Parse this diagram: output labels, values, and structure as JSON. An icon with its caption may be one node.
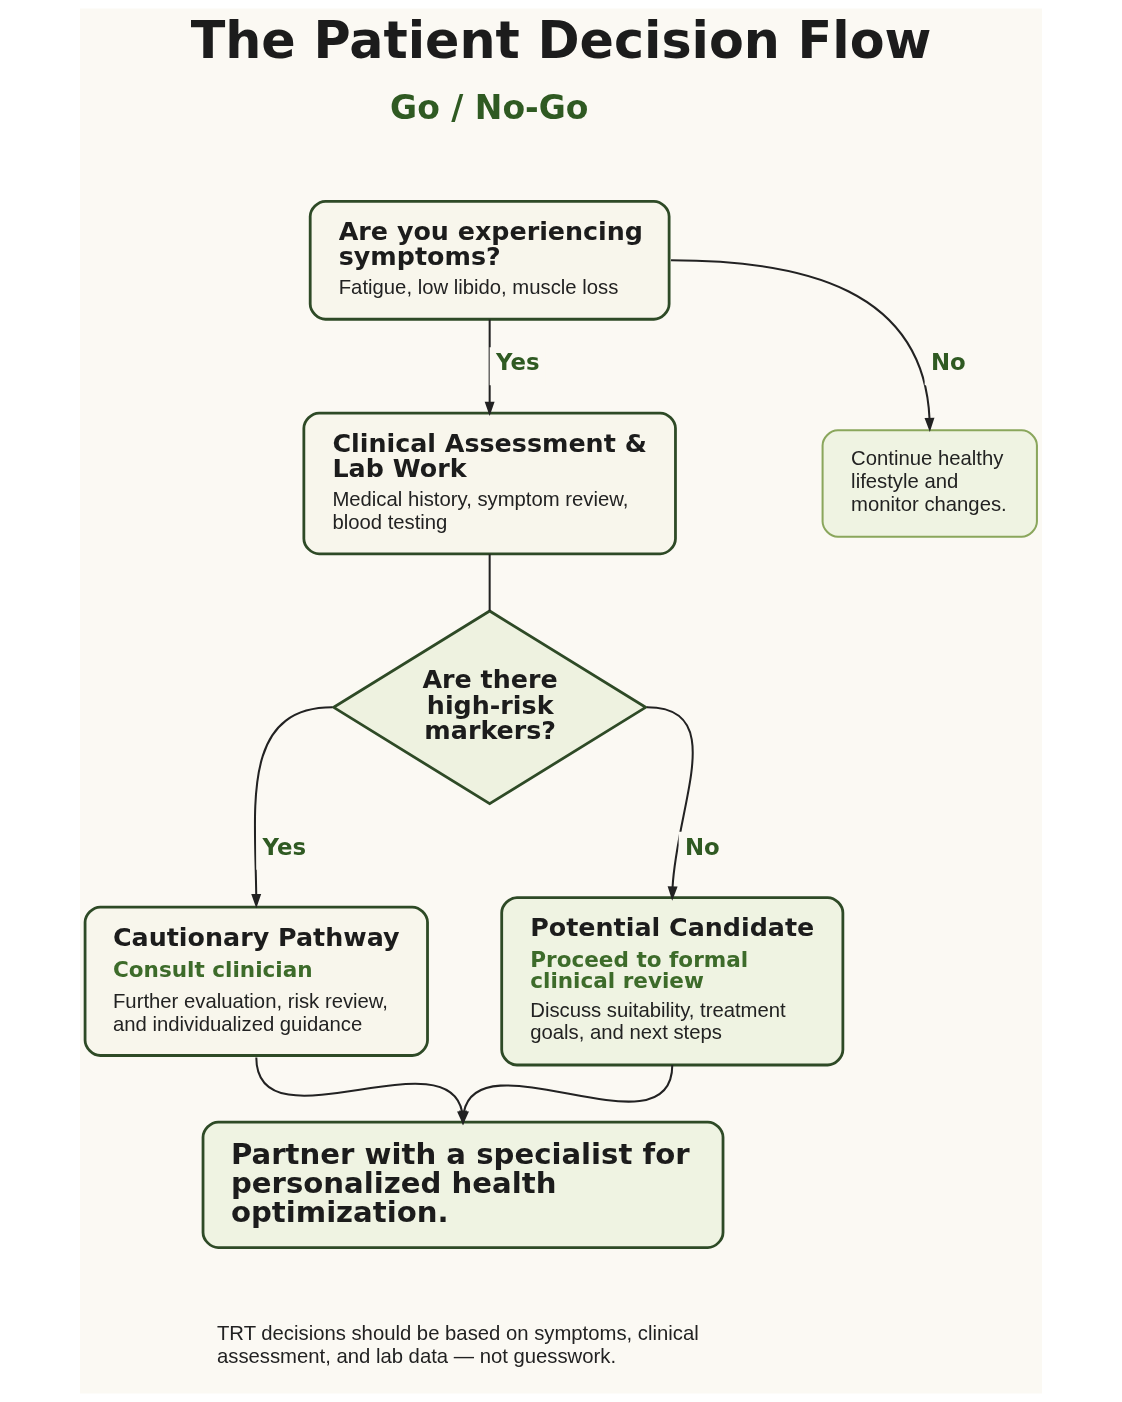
{
  "diagram": {
    "title": "The Patient Decision Flow",
    "nodes": [
      {
        "text": [
          "Are you experiencing symptoms?",
          "Fatigue, low libido, muscle loss"
        ]
      },
      {
        "text": [
          "Continue healthy lifestyle and monitor changes."
        ]
      },
      {
        "text": [
          "Clinical Assessment & Lab Work",
          "Medical history, symptom review, blood testing"
        ]
      },
      {
        "text": [
          "Are there high-risk markers?"
        ]
      },
      {
        "text": [
          "Cautionary Pathway",
          "Consult clinician",
          "Further evaluation, risk review, and individualized guidance"
        ]
      },
      {
        "text": [
          "Potential Candidate",
          "Proceed to formal clinical review",
          "Discuss suitability, treatment goals, and next steps"
        ]
      },
      {
        "text": [
          "Partner with a specialist for personalized health optimization."
        ]
      }
    ],
    "edges": [
      {
        "from": 0,
        "to": 1,
        "arrow": "to",
        "label": "No"
      },
      {
        "from": 0,
        "to": 2,
        "arrow": "to",
        "label": "Yes"
      },
      {
        "from": 2,
        "to": 3,
        "arrow": "none"
      },
      {
        "from": 3,
        "to": 4,
        "arrow": "to",
        "label": "Yes"
      },
      {
        "from": 3,
        "to": 5,
        "arrow": "to",
        "label": "No"
      },
      {
        "from": 4,
        "to": 6,
        "arrow": "to"
      },
      {
        "from": 5,
        "to": 6,
        "arrow": "to"
      }
    ],
    "labels": [
      "Go / No-Go",
      "TRT decisions should be based on symptoms, clinical assessment, and lab data — not guesswork."
    ]
  }
}
